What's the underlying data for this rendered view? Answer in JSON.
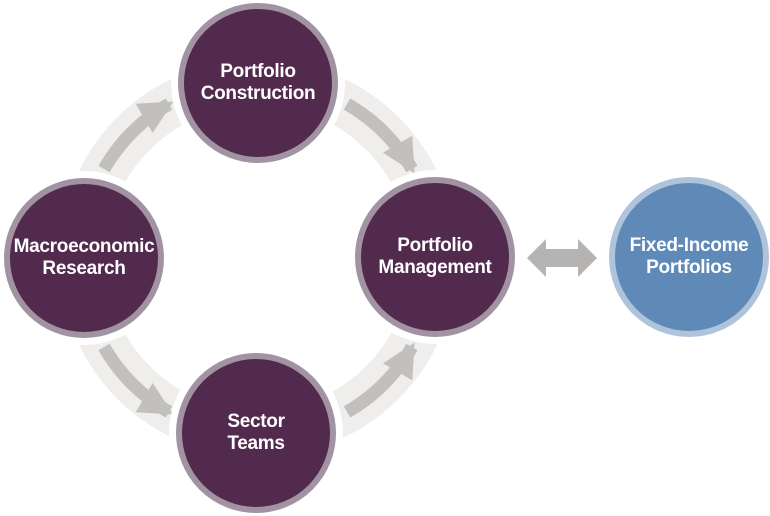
{
  "diagram": {
    "type": "cycle-process-diagram",
    "background": "#ffffff",
    "colors": {
      "node_fill": "#522a4e",
      "node_border": "#a293a2",
      "node_text": "#ffffff",
      "result_fill": "#5f8ab7",
      "result_border": "#afc3db",
      "ring": "#efeeec",
      "flow_arrow": "#c1c0be",
      "link_arrow": "#b5b4b2",
      "halo": "#ffffff"
    },
    "cycle": {
      "nodes": [
        {
          "id": "macroeconomic-research",
          "line1": "Macroeconomic",
          "line2": "Research",
          "position": "left"
        },
        {
          "id": "portfolio-construction",
          "line1": "Portfolio",
          "line2": "Construction",
          "position": "top"
        },
        {
          "id": "portfolio-management",
          "line1": "Portfolio",
          "line2": "Management",
          "position": "right"
        },
        {
          "id": "sector-teams",
          "line1": "Sector",
          "line2": "Teams",
          "position": "bottom"
        }
      ],
      "flows": [
        {
          "from": "macroeconomic-research",
          "to": "portfolio-construction",
          "arrow": "curved-arrow-icon"
        },
        {
          "from": "portfolio-construction",
          "to": "portfolio-management",
          "arrow": "curved-arrow-icon"
        },
        {
          "from": "macroeconomic-research",
          "to": "sector-teams",
          "arrow": "curved-arrow-icon"
        },
        {
          "from": "sector-teams",
          "to": "portfolio-management",
          "arrow": "curved-arrow-icon"
        }
      ]
    },
    "result": {
      "id": "fixed-income-portfolios",
      "line1": "Fixed-Income",
      "line2": "Portfolios"
    },
    "connector": {
      "type": "double-headed-arrow",
      "from": "portfolio-management",
      "to": "fixed-income-portfolios"
    }
  }
}
